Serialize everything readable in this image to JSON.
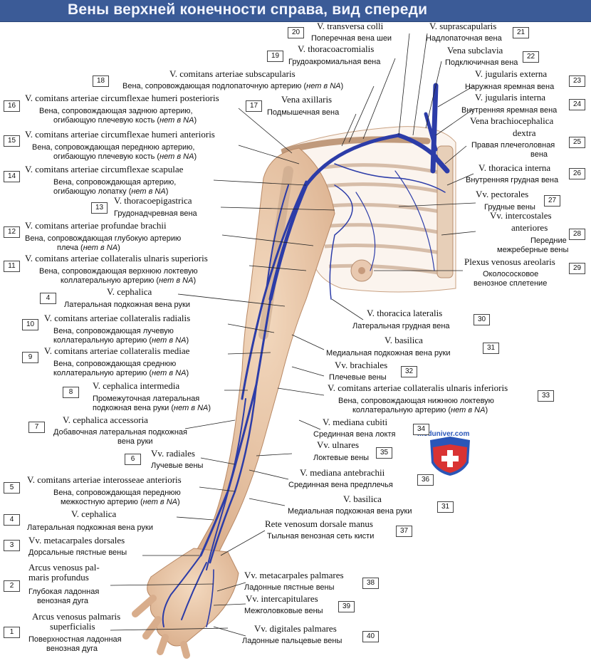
{
  "title": "Вены верхней конечности справа, вид спереди",
  "watermark": "meduniver.com",
  "colors": {
    "banner": "#3b5b97",
    "vein": "#2c3ca8",
    "skin": "#e8c6a6",
    "bone": "#c8a68a"
  },
  "labels": [
    {
      "n": "1",
      "latin": [
        "Arcus venosus palmaris",
        "superficialis"
      ],
      "ru": [
        "Поверхностная ладонная",
        "венозная дуга"
      ]
    },
    {
      "n": "2",
      "latin": [
        "Arcus venosus pal-",
        "maris profundus"
      ],
      "ru": [
        "Глубокая ладонная",
        "венозная дуга"
      ]
    },
    {
      "n": "3",
      "latin": [
        "Vv. metacarpales dorsales"
      ],
      "ru": [
        "Дорсальные пястные вены"
      ]
    },
    {
      "n": "4",
      "latin": [
        "V. cephalica"
      ],
      "ru": [
        "Латеральная подкожная вена руки"
      ]
    },
    {
      "n": "5",
      "latin": [
        "V. comitans arteriae interosseae anterioris"
      ],
      "ru": [
        "Вена, сопровождающая переднюю",
        "межкостную артерию (нет в NA)"
      ]
    },
    {
      "n": "6",
      "latin": [
        "Vv. radiales"
      ],
      "ru": [
        "Лучевые вены"
      ]
    },
    {
      "n": "7",
      "latin": [
        "V. cephalica accessoria"
      ],
      "ru": [
        "Добавочная латеральная подкожная",
        "вена руки"
      ]
    },
    {
      "n": "8",
      "latin": [
        "V. cephalica intermedia"
      ],
      "ru": [
        "Промежуточная латеральная",
        "подкожная вена руки (нет в NA)"
      ]
    },
    {
      "n": "9",
      "latin": [
        "V. comitans arteriae collateralis mediae"
      ],
      "ru": [
        "Вена, сопровождающая среднюю",
        "коллатеральную артерию (нет в NA)"
      ]
    },
    {
      "n": "10",
      "latin": [
        "V. comitans arteriae collateralis radialis"
      ],
      "ru": [
        "Вена, сопровождающая лучевую",
        "коллатеральную артерию (нет в NA)"
      ]
    },
    {
      "n": "4",
      "latin": [
        "V. cephalica"
      ],
      "ru": [
        "Латеральная подкожная вена руки"
      ]
    },
    {
      "n": "11",
      "latin": [
        "V. comitans arteriae collateralis ulnaris superioris"
      ],
      "ru": [
        "Вена, сопровождающая верхнюю локтевую",
        "коллатеральную артерию (нет в NA)"
      ]
    },
    {
      "n": "12",
      "latin": [
        "V. comitans arteriae profundae brachii"
      ],
      "ru": [
        "Вена, сопровождающая глубокую артерию",
        "плеча (нет в NA)"
      ]
    },
    {
      "n": "13",
      "latin": [
        "V. thoracoepigastrica"
      ],
      "ru": [
        "Грудонадчревная вена"
      ]
    },
    {
      "n": "14",
      "latin": [
        "V. comitans arteriae circumflexae scapulae"
      ],
      "ru": [
        "Вена, сопровождающая артерию,",
        "огибающую лопатку (нет в NA)"
      ]
    },
    {
      "n": "15",
      "latin": [
        "V. comitans arteriae circumflexae humeri anterioris"
      ],
      "ru": [
        "Вена, сопровождающая переднюю артерию,",
        "огибающую плечевую кость (нет в NA)"
      ]
    },
    {
      "n": "16",
      "latin": [
        "V. comitans arteriae circumflexae humeri posterioris"
      ],
      "ru": [
        "Вена, сопровождающая заднюю артерию,",
        "огибающую плечевую кость (нет в NA)"
      ]
    },
    {
      "n": "17",
      "latin": [
        "Vena axillaris"
      ],
      "ru": [
        "Подмышечная вена"
      ]
    },
    {
      "n": "18",
      "latin": [
        "V. comitans arteriae subscapularis"
      ],
      "ru": [
        "Вена, сопровождающая подлопаточную артерию (нет в NA)"
      ]
    },
    {
      "n": "19",
      "latin": [
        "V. thoracoacromialis"
      ],
      "ru": [
        "Грудоакромиальная вена"
      ]
    },
    {
      "n": "20",
      "latin": [
        "V. transversa colli"
      ],
      "ru": [
        "Поперечная вена шеи"
      ]
    },
    {
      "n": "21",
      "latin": [
        "V. suprascapularis"
      ],
      "ru": [
        "Надлопаточная вена"
      ]
    },
    {
      "n": "22",
      "latin": [
        "Vena subclavia"
      ],
      "ru": [
        "Подключичная вена"
      ]
    },
    {
      "n": "23",
      "latin": [
        "V. jugularis externa"
      ],
      "ru": [
        "Наружная яремная вена"
      ]
    },
    {
      "n": "24",
      "latin": [
        "V. jugularis interna"
      ],
      "ru": [
        "Внутренняя яремная вена"
      ]
    },
    {
      "n": "25",
      "latin": [
        "Vena brachiocephalica",
        "dextra"
      ],
      "ru": [
        "Правая плечеголовная",
        "вена"
      ]
    },
    {
      "n": "26",
      "latin": [
        "V. thoracica interna"
      ],
      "ru": [
        "Внутренняя грудная вена"
      ]
    },
    {
      "n": "27",
      "latin": [
        "Vv. pectorales"
      ],
      "ru": [
        "Грудные вены"
      ]
    },
    {
      "n": "28",
      "latin": [
        "Vv. intercostales",
        "anteriores"
      ],
      "ru": [
        "Передние",
        "межреберные вены"
      ]
    },
    {
      "n": "29",
      "latin": [
        "Plexus venosus areolaris"
      ],
      "ru": [
        "Околососковое",
        "венозное сплетение"
      ]
    },
    {
      "n": "30",
      "latin": [
        "V. thoracica lateralis"
      ],
      "ru": [
        "Латеральная грудная вена"
      ]
    },
    {
      "n": "31",
      "latin": [
        "V. basilica"
      ],
      "ru": [
        "Медиальная подкожная вена руки"
      ]
    },
    {
      "n": "32",
      "latin": [
        "Vv. brachiales"
      ],
      "ru": [
        "Плечевые вены"
      ]
    },
    {
      "n": "33",
      "latin": [
        "V. comitans arteriae collateralis ulnaris inferioris"
      ],
      "ru": [
        "Вена, сопровождающая нижнюю локтевую",
        "коллатеральную артерию (нет в NA)"
      ]
    },
    {
      "n": "34",
      "latin": [
        "V. mediana cubiti"
      ],
      "ru": [
        "Срединная вена локтя"
      ]
    },
    {
      "n": "35",
      "latin": [
        "Vv. ulnares"
      ],
      "ru": [
        "Локтевые вены"
      ]
    },
    {
      "n": "36",
      "latin": [
        "V. mediana antebrachii"
      ],
      "ru": [
        "Срединная вена предплечья"
      ]
    },
    {
      "n": "31",
      "latin": [
        "V. basilica"
      ],
      "ru": [
        "Медиальная подкожная вена руки"
      ]
    },
    {
      "n": "37",
      "latin": [
        "Rete venosum dorsale manus"
      ],
      "ru": [
        "Тыльная венозная сеть кисти"
      ]
    },
    {
      "n": "38",
      "latin": [
        "Vv. metacarpales palmares"
      ],
      "ru": [
        "Ладонные пястные вены"
      ]
    },
    {
      "n": "39",
      "latin": [
        "Vv. intercapitulares"
      ],
      "ru": [
        "Межголовковые вены"
      ]
    },
    {
      "n": "40",
      "latin": [
        "Vv. digitales palmares"
      ],
      "ru": [
        "Ладонные пальцевые вены"
      ]
    }
  ]
}
